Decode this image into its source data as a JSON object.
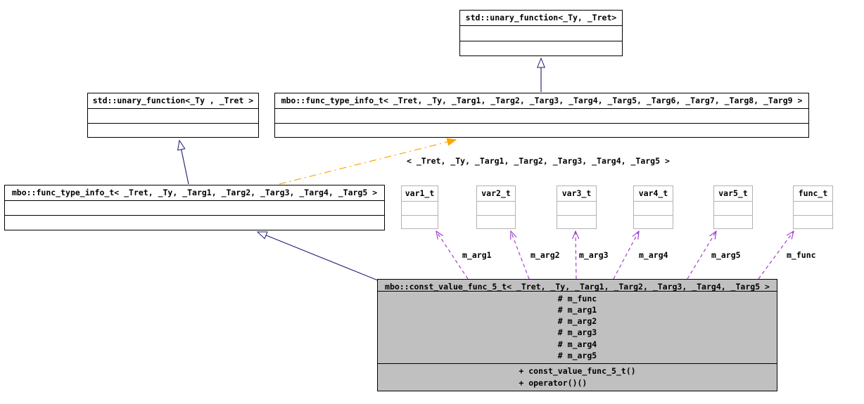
{
  "colors": {
    "inheritance_edge": "#191970",
    "template_edge": "#ffa500",
    "usage_edge": "#9a32cd",
    "class_border": "#000000",
    "external_class_border": "#b2b2b2",
    "class_fill": "#ffffff",
    "focus_class_fill": "#c0c0c0",
    "text": "#000000"
  },
  "boxes": {
    "unary_top": {
      "title": "std::unary_function<_Ty, _Tret>"
    },
    "unary_left": {
      "title": "std::unary_function<_Ty , _Tret >"
    },
    "func_type_info_11": {
      "title": "mbo::func_type_info_t< _Tret, _Ty, _Targ1, _Targ2, _Targ3, _Targ4, _Targ5, _Targ6, _Targ7, _Targ8, _Targ9 >"
    },
    "func_type_info_5": {
      "title": "mbo::func_type_info_t< _Tret, _Ty, _Targ1, _Targ2, _Targ3, _Targ4, _Targ5 >"
    },
    "var1": {
      "title": "var1_t"
    },
    "var2": {
      "title": "var2_t"
    },
    "var3": {
      "title": "var3_t"
    },
    "var4": {
      "title": "var4_t"
    },
    "var5": {
      "title": "var5_t"
    },
    "func": {
      "title": "func_t"
    },
    "const_value_func": {
      "title": "mbo::const_value_func_5_t< _Tret, _Ty, _Targ1, _Targ2, _Targ3, _Targ4, _Targ5 >",
      "attributes": [
        "# m_func",
        "# m_arg1",
        "# m_arg2",
        "# m_arg3",
        "# m_arg4",
        "# m_arg5"
      ],
      "methods": [
        "+ const_value_func_5_t()",
        "+ operator()()"
      ]
    }
  },
  "edge_labels": {
    "template_args": "< _Tret, _Ty, _Targ1, _Targ2, _Targ3, _Targ4, _Targ5 >",
    "m_arg1": "m_arg1",
    "m_arg2": "m_arg2",
    "m_arg3": "m_arg3",
    "m_arg4": "m_arg4",
    "m_arg5": "m_arg5",
    "m_func": "m_func"
  }
}
